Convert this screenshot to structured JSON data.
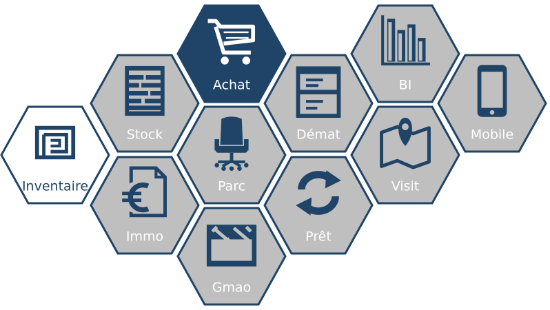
{
  "colors": {
    "navy": "#1f4467",
    "tile_grey": "#bfbfbf",
    "tile_white": "#ffffff",
    "label_light": "#ffffff",
    "label_dark": "#1f4467"
  },
  "modules": [
    {
      "id": "inventaire",
      "label": "Inventaire",
      "icon": "inventory-chip-icon",
      "style": "white"
    },
    {
      "id": "stock",
      "label": "Stock",
      "icon": "shelving-icon",
      "style": "grey"
    },
    {
      "id": "immo",
      "label": "Immo",
      "icon": "euro-document-icon",
      "style": "grey"
    },
    {
      "id": "achat",
      "label": "Achat",
      "icon": "shopping-cart-icon",
      "style": "navy"
    },
    {
      "id": "parc",
      "label": "Parc",
      "icon": "office-chair-icon",
      "style": "grey"
    },
    {
      "id": "gmao",
      "label": "Gmao",
      "icon": "toolbox-icon",
      "style": "grey"
    },
    {
      "id": "demat",
      "label": "Démat",
      "icon": "document-form-icon",
      "style": "grey"
    },
    {
      "id": "pret",
      "label": "Prêt",
      "icon": "exchange-arrows-icon",
      "style": "grey"
    },
    {
      "id": "bi",
      "label": "BI",
      "icon": "bar-chart-icon",
      "style": "grey"
    },
    {
      "id": "visit",
      "label": "Visit",
      "icon": "map-pin-icon",
      "style": "grey"
    },
    {
      "id": "mobile",
      "label": "Mobile",
      "icon": "smartphone-icon",
      "style": "grey"
    }
  ]
}
